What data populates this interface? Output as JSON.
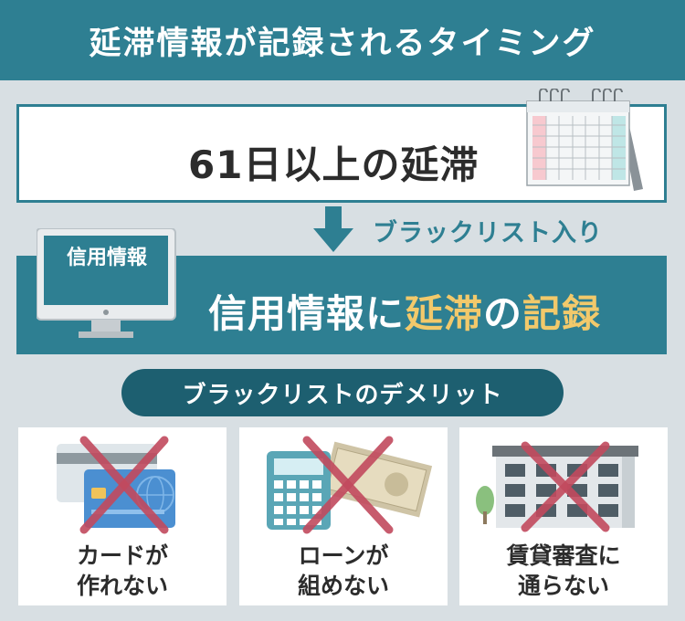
{
  "header": {
    "title": "延滞情報が記録されるタイミング"
  },
  "box1": {
    "text": "61日以上の延滞"
  },
  "arrow": {
    "text": "ブラックリスト入り"
  },
  "box2": {
    "monitor_label": "信用情報",
    "text_part1": "信用情報に",
    "text_part2": "延滞",
    "text_part3": "の",
    "text_part4": "記録"
  },
  "section": {
    "title": "ブラックリストのデメリット"
  },
  "cards": [
    {
      "line1": "カードが",
      "line2": "作れない",
      "icon": "credit-card-icon"
    },
    {
      "line1": "ローンが",
      "line2": "組めない",
      "icon": "calculator-money-icon"
    },
    {
      "line1": "賃貸審査に",
      "line2": "通らない",
      "icon": "apartment-icon"
    }
  ],
  "colors": {
    "teal": "#2e7f92",
    "dark_teal": "#1d5f70",
    "highlight": "#f2c96b",
    "cross": "#c24a5e",
    "background": "#d8dfe3"
  }
}
